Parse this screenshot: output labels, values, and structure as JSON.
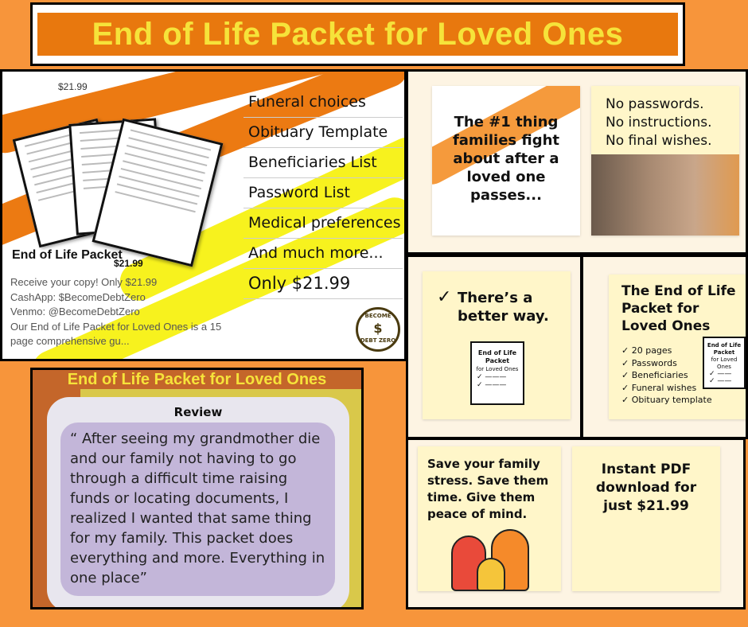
{
  "title": "End of Life Packet for Loved Ones",
  "colors": {
    "background": "#f7953b",
    "orange": "#e8780e",
    "yellow": "#f6e33a",
    "card": "#fff6c9",
    "review_bubble": "#c3b6d9"
  },
  "product_panel": {
    "top_price": "$21.99",
    "packet_label": "End of Life Packet",
    "packet_price": "$21.99",
    "description_lines": [
      "Receive your copy! Only $21.99",
      "CashApp: $BecomeDebtZero",
      "Venmo: @BecomeDebtZero",
      "Our End of Life Packet for Loved Ones is a 15",
      "page comprehensive gu..."
    ],
    "features": [
      "Funeral choices",
      "Obituary Template",
      "Beneficiaries List",
      "Password List",
      "Medical preferences",
      "And much more...",
      "Only $21.99"
    ],
    "logo": {
      "top": "BECOME",
      "bottom": "DEBT ZERO",
      "icon": "dollar-hand-icon"
    }
  },
  "card_fight": "The #1 thing families fight about after a loved one passes...",
  "card_no": [
    "No passwords.",
    "No instructions.",
    "No final wishes."
  ],
  "card_better": {
    "check": "✓",
    "text": "There’s a better way."
  },
  "mini_packet": {
    "title": "End of Life Packet",
    "subtitle": "for Loved Ones"
  },
  "card_packet": {
    "title": "The End of Life Packet for Loved Ones",
    "items": [
      "20 pages",
      "Passwords",
      "Beneficiaries",
      "Funeral wishes",
      "Obituary template"
    ]
  },
  "card_save": "Save your family stress. Save them time. Give them peace of mind.",
  "card_pdf": "Instant PDF download for just $21.99",
  "review": {
    "header": "End of Life Packet for Loved Ones",
    "label": "Review",
    "text": "“ After seeing my grandmother die and our family not having to go through a difficult time raising funds or locating documents, I realized I wanted that same thing for my family. This packet does everything and more. Everything in one place”"
  }
}
